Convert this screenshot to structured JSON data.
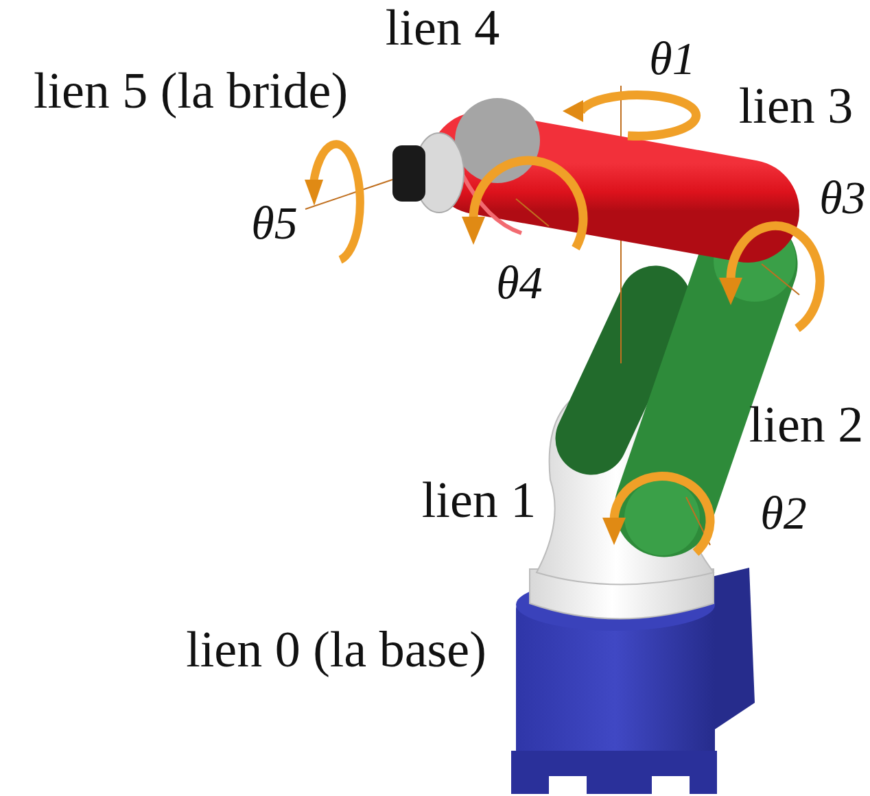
{
  "diagram": {
    "labels": [
      "lien 4",
      "θ1",
      "lien 5 (la bride)",
      "lien 3",
      "θ5",
      "θ3",
      "θ4",
      "lien 2",
      "lien 1",
      "θ2",
      "lien 0 (la base)"
    ]
  }
}
